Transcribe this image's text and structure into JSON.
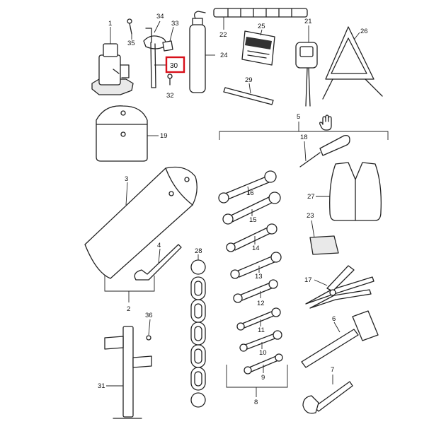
{
  "highlight_color": "#d8101a",
  "highlighted_callout": "30",
  "callouts": {
    "c1": "1",
    "c2": "2",
    "c3": "3",
    "c4": "4",
    "c5": "5",
    "c6": "6",
    "c7": "7",
    "c8": "8",
    "c9": "9",
    "c10": "10",
    "c11": "11",
    "c12": "12",
    "c13": "13",
    "c14": "14",
    "c15": "15",
    "c16": "16",
    "c17": "17",
    "c18": "18",
    "c19": "19",
    "c21": "21",
    "c22": "22",
    "c23": "23",
    "c24": "24",
    "c25": "25",
    "c26": "26",
    "c27": "27",
    "c28": "28",
    "c29": "29",
    "c30": "30",
    "c31": "31",
    "c32": "32",
    "c33": "33",
    "c34": "34",
    "c35": "35",
    "c36": "36"
  },
  "icons": [
    "hand-pointer-icon"
  ]
}
